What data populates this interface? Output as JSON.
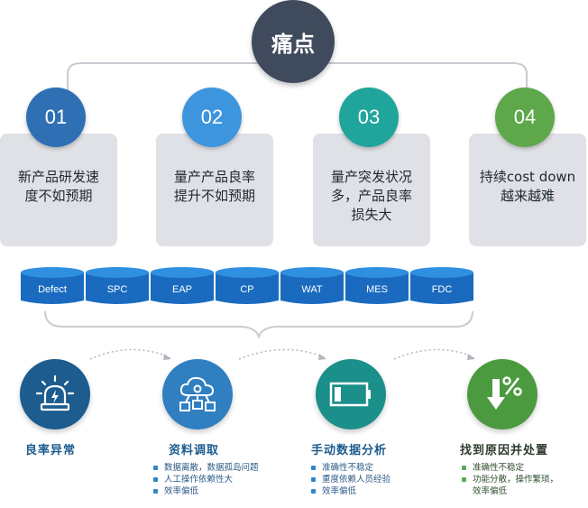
{
  "title": "痛点",
  "pain_points": [
    {
      "num": "01",
      "text": "新产品研发速\n度不如预期",
      "color": "#2f6fb4"
    },
    {
      "num": "02",
      "text": "量产产品良率\n提升不如预期",
      "color": "#3d95dd"
    },
    {
      "num": "03",
      "text": "量产突发状况\n多，产品良率\n损失大",
      "color": "#1fa59b"
    },
    {
      "num": "04",
      "text": "持续cost down\n越来越难",
      "color": "#5ea84b"
    }
  ],
  "databases": [
    "Defect",
    "SPC",
    "EAP",
    "CP",
    "WAT",
    "MES",
    "FDC"
  ],
  "colors": {
    "db_top": "#2f8fe0",
    "db_body": "#1a6bbf",
    "line": "#c8ccd2"
  },
  "steps": [
    {
      "title": "良率异常",
      "icon": "alarm-light-icon",
      "bg": "#1c5c8f",
      "title_color": "#1c5c8f",
      "bullets": []
    },
    {
      "title": "资料调取",
      "icon": "cloud-network-icon",
      "bg": "#2f7fc1",
      "title_color": "#1c5c8f",
      "bullets": [
        "数据离散，数据孤岛问题",
        "人工操作依赖性大",
        "效率偏低"
      ]
    },
    {
      "title": "手动数据分析",
      "icon": "battery-low-icon",
      "bg": "#1b8f8a",
      "title_color": "#1c5c8f",
      "bullets": [
        "准确性不稳定",
        "重度依赖人员经验",
        "效率偏低"
      ]
    },
    {
      "title": "找到原因并处置",
      "icon": "percent-arrow-down-icon",
      "bg": "#4c9a3f",
      "title_color": "#2f3b2f",
      "bullets": [
        "准确性不稳定",
        "功能分散，操作繁琐，\n效率偏低"
      ]
    }
  ]
}
